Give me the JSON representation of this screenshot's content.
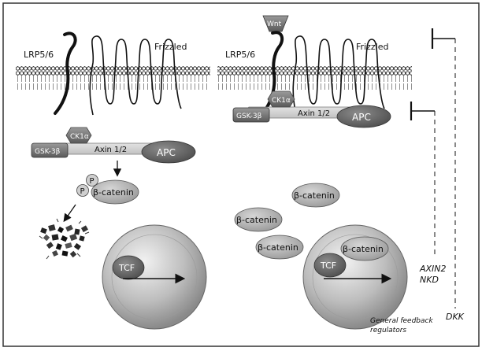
{
  "labels": {
    "lrp": "LRP5/6",
    "frizzled": "Frizzled",
    "wnt": "Wnt",
    "gsk": "GSK-3β",
    "ck1": "CK1α",
    "axin": "Axin 1/2",
    "apc": "APC",
    "p": "P",
    "bcat": "β-catenin",
    "tcf": "TCF",
    "axin2_nkd_line1": "AXIN2",
    "axin2_nkd_line2": "NKD",
    "dkk": "DKK",
    "feedback_line1": "General feedback",
    "feedback_line2": "regulators"
  },
  "colors": {
    "border": "#333333",
    "membrane_head": "#ffffff",
    "shape_dark": "#6b6b6b",
    "shape_mid": "#9a9a9a",
    "shape_light": "#cfcfcf",
    "nucleus_light": "#e6e6e6",
    "nucleus_dark": "#8a8a8a"
  },
  "icons": {
    "degradation": "proteasome-debris-icon",
    "inhibition": "t-bar-inhibit-icon"
  }
}
